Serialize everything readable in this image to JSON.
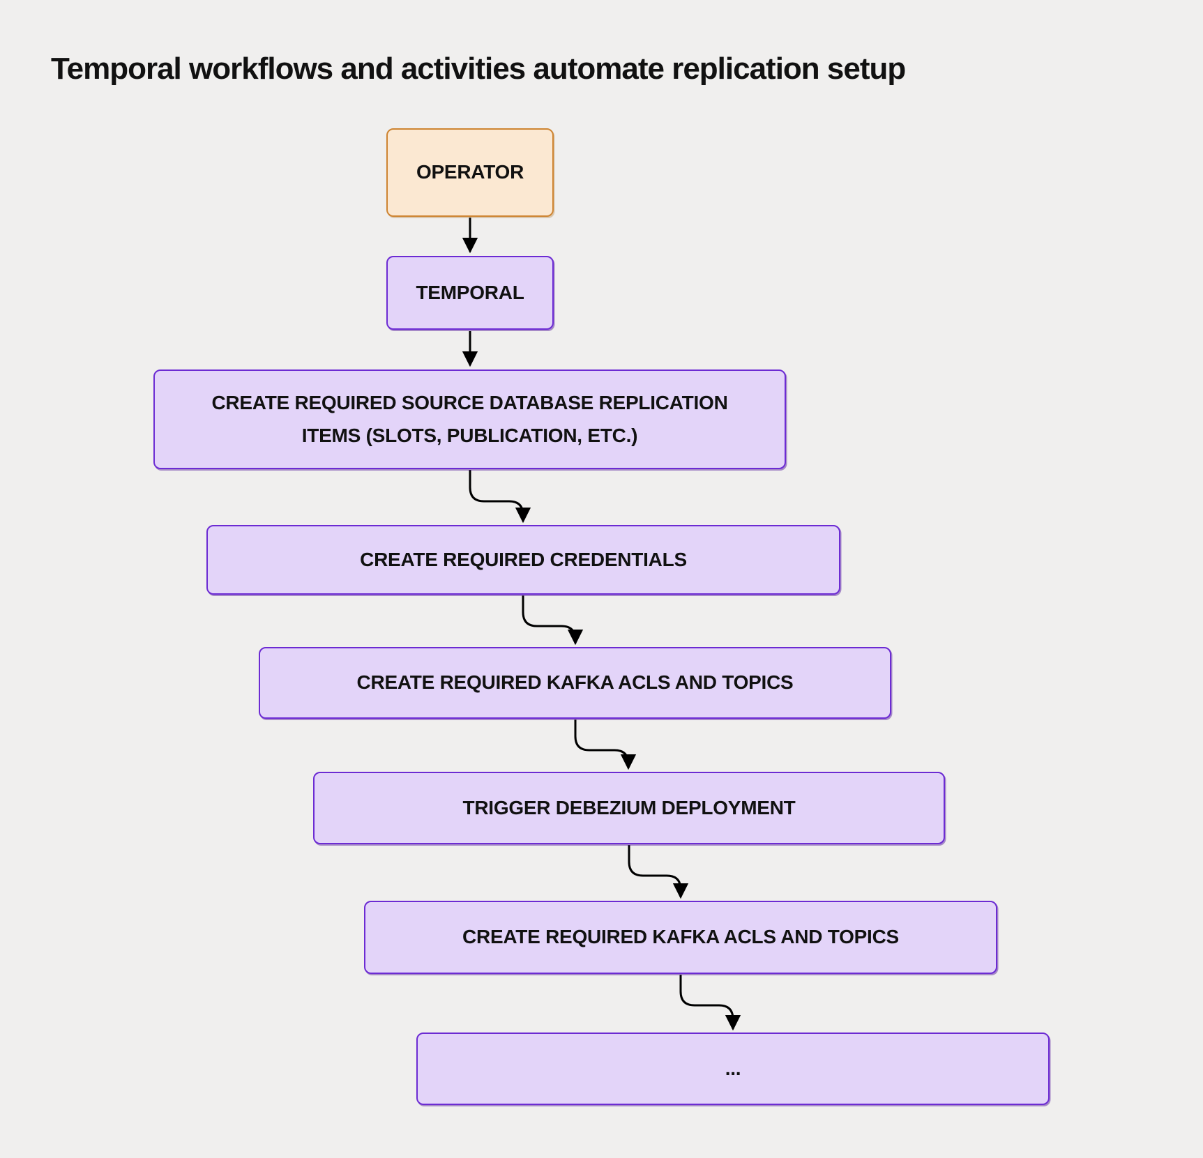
{
  "title": "Temporal workflows and activities automate replication setup",
  "diagram": {
    "type": "flowchart",
    "direction": "top-down",
    "colors": {
      "background": "#f0efee",
      "actor_fill": "#fbe8d2",
      "actor_border": "#ce8431",
      "step_fill": "#e3d4f9",
      "step_border": "#6c2bd3",
      "connector": "#000000",
      "text": "#111111"
    },
    "nodes": [
      {
        "id": "operator",
        "label": "OPERATOR",
        "type": "actor"
      },
      {
        "id": "temporal",
        "label": "TEMPORAL",
        "type": "step"
      },
      {
        "id": "create-source-db-replication-items",
        "label": "CREATE REQUIRED SOURCE DATABASE REPLICATION\nITEMS (SLOTS, PUBLICATION, ETC.)",
        "type": "step"
      },
      {
        "id": "create-credentials",
        "label": "CREATE REQUIRED CREDENTIALS",
        "type": "step"
      },
      {
        "id": "create-kafka-acls-topics-1",
        "label": "CREATE REQUIRED KAFKA ACLS AND TOPICS",
        "type": "step"
      },
      {
        "id": "trigger-debezium-deployment",
        "label": "TRIGGER DEBEZIUM DEPLOYMENT",
        "type": "step"
      },
      {
        "id": "create-kafka-acls-topics-2",
        "label": "CREATE REQUIRED KAFKA ACLS AND TOPICS",
        "type": "step"
      },
      {
        "id": "ellipsis",
        "label": "...",
        "type": "step"
      }
    ],
    "edges": [
      {
        "from": "operator",
        "to": "temporal"
      },
      {
        "from": "temporal",
        "to": "create-source-db-replication-items"
      },
      {
        "from": "create-source-db-replication-items",
        "to": "create-credentials"
      },
      {
        "from": "create-credentials",
        "to": "create-kafka-acls-topics-1"
      },
      {
        "from": "create-kafka-acls-topics-1",
        "to": "trigger-debezium-deployment"
      },
      {
        "from": "trigger-debezium-deployment",
        "to": "create-kafka-acls-topics-2"
      },
      {
        "from": "create-kafka-acls-topics-2",
        "to": "ellipsis"
      }
    ]
  }
}
